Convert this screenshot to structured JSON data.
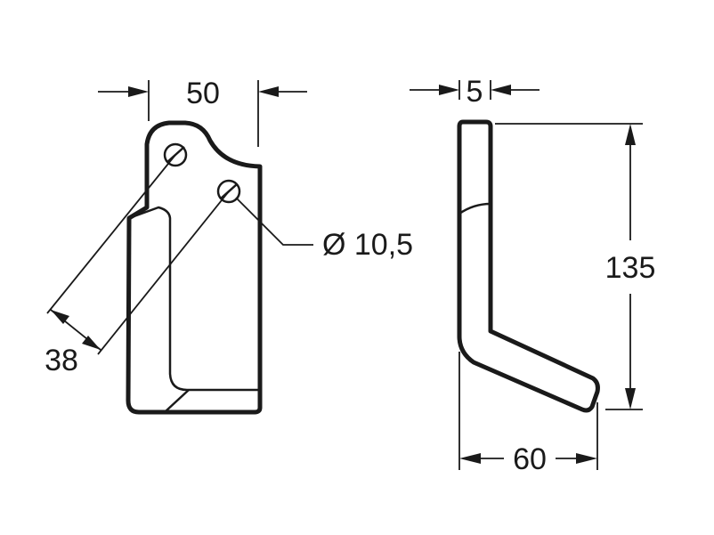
{
  "front_view": {
    "width_label": "50",
    "hole_spacing_label": "38",
    "hole_diameter_label": "Ø 10,5"
  },
  "side_view": {
    "thickness_label": "5",
    "height_label": "135",
    "depth_label": "60"
  }
}
